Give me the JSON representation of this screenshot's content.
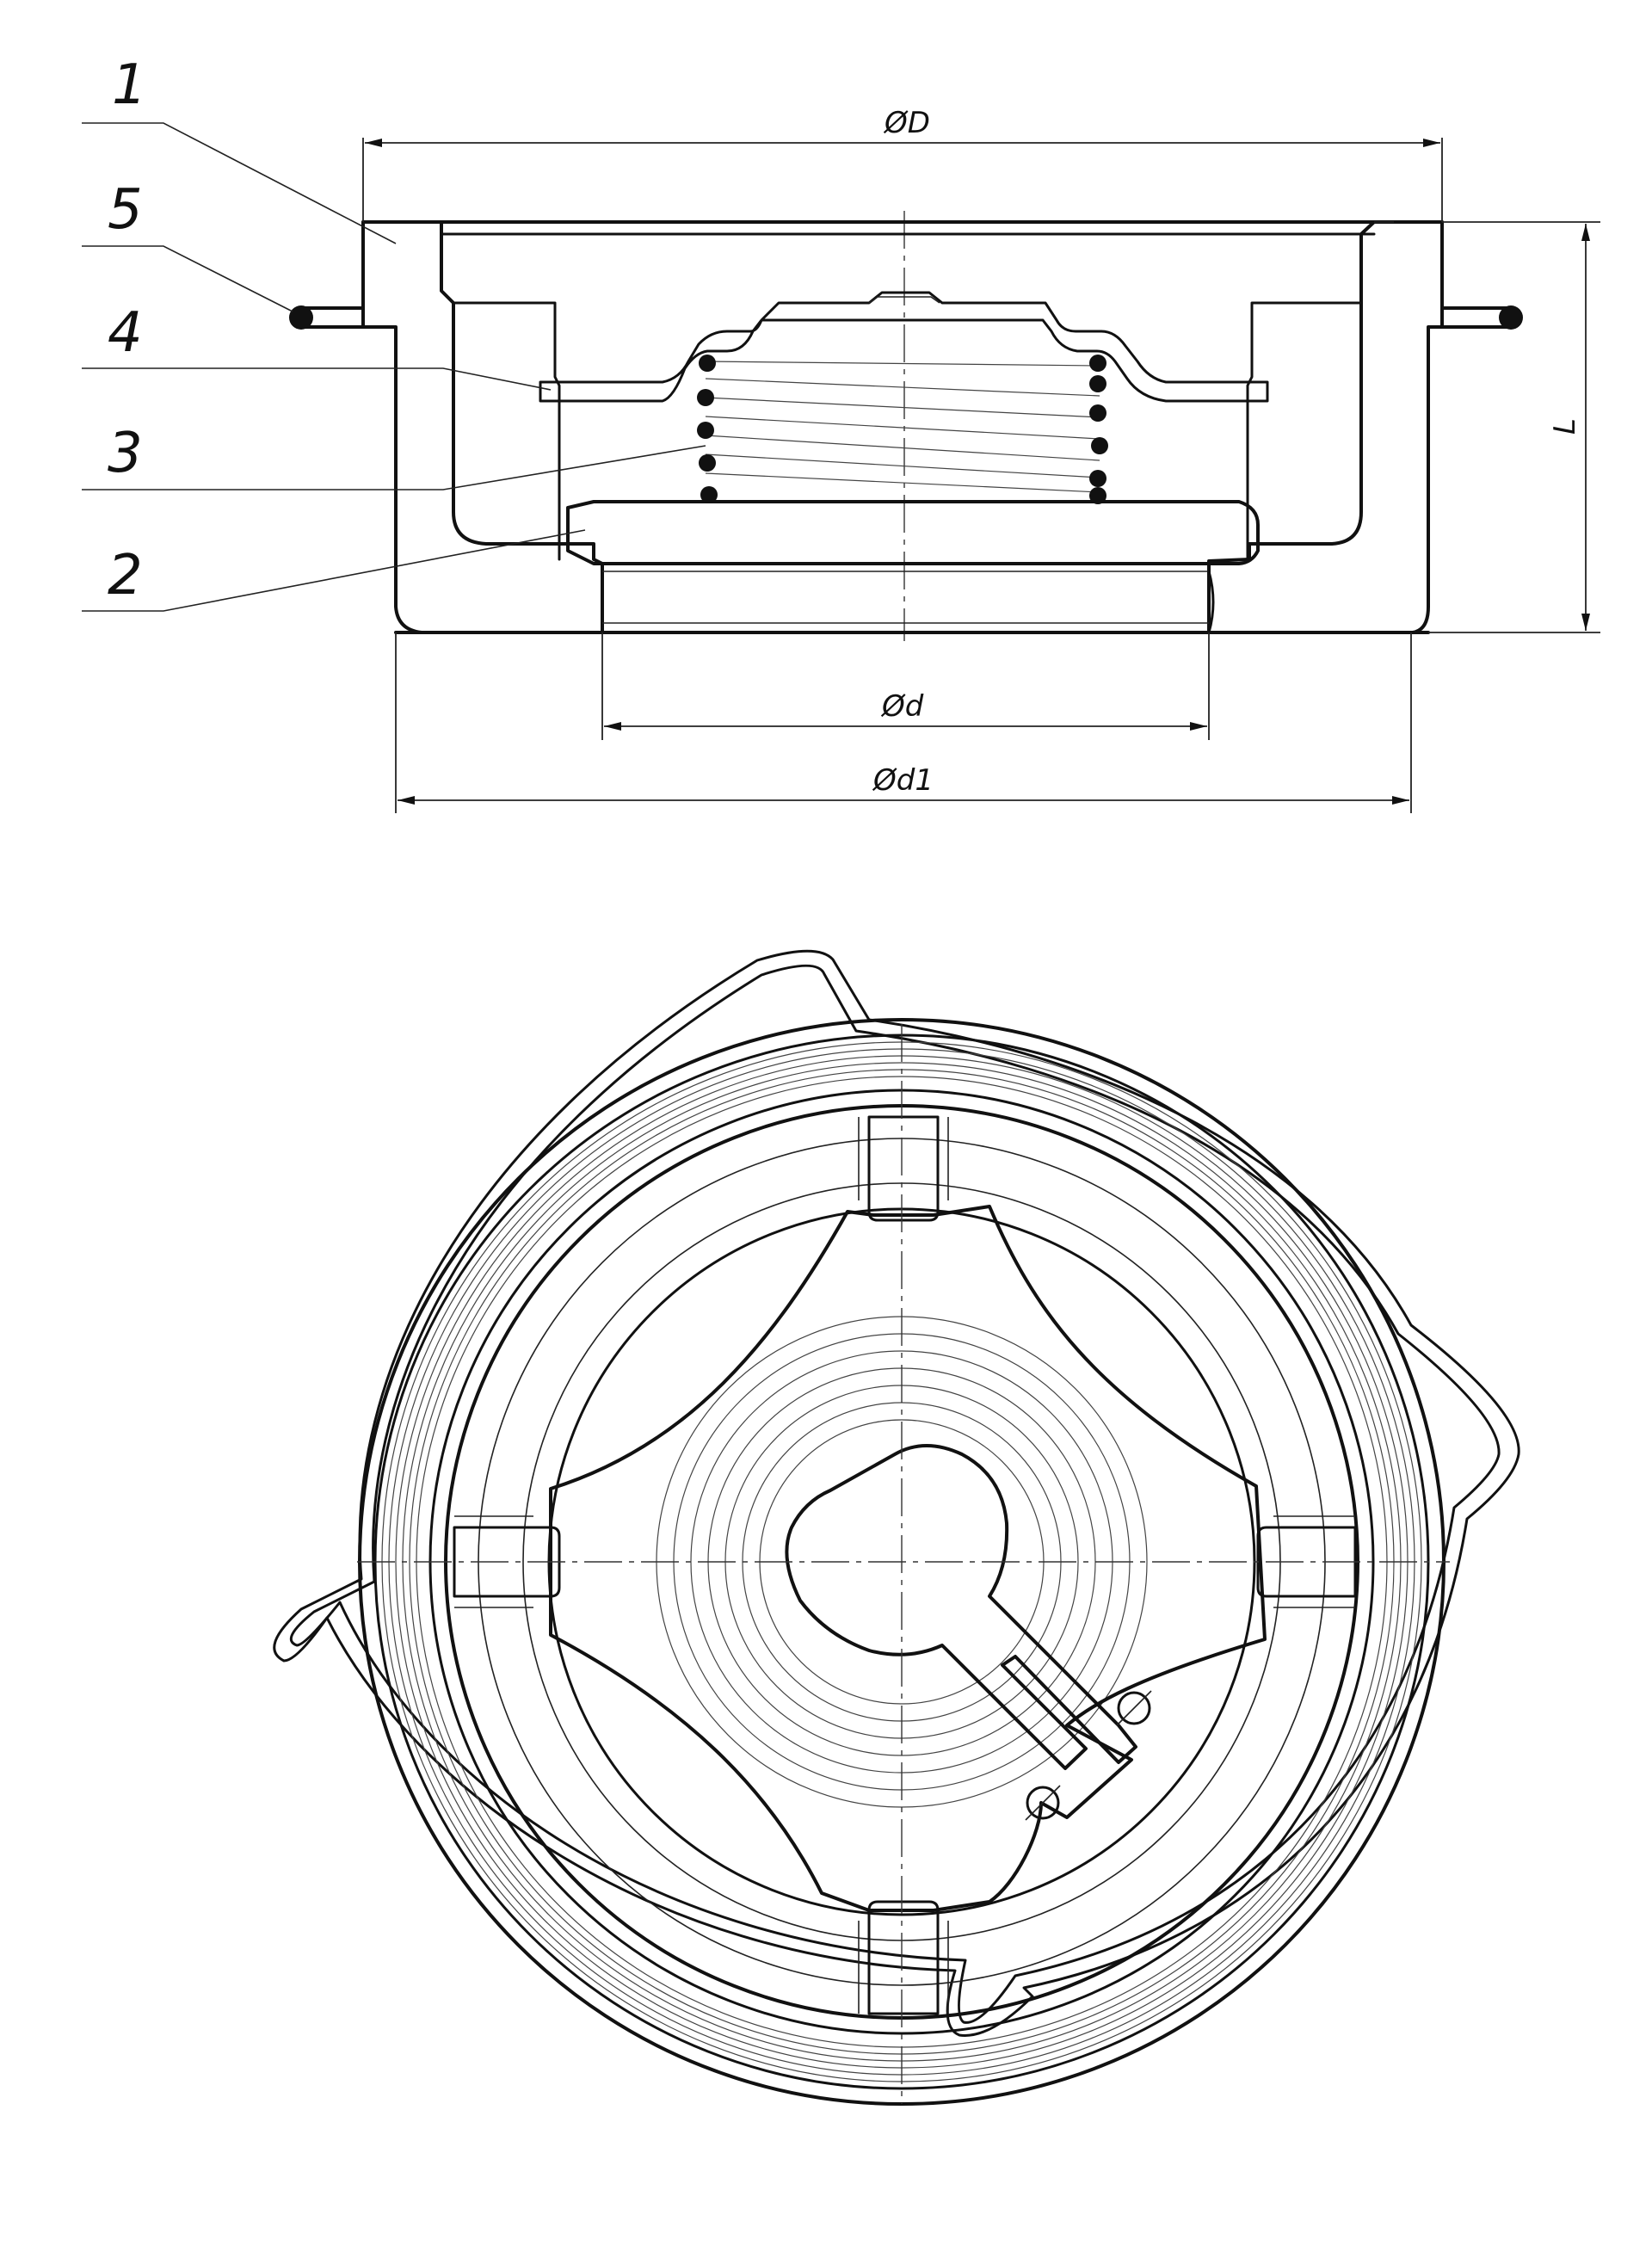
{
  "callouts": [
    "1",
    "5",
    "4",
    "3",
    "2"
  ],
  "dimensions": {
    "outer_diameter": "ØD",
    "length": "L",
    "bore_diameter": "Ød",
    "seat_diameter": "Ød1"
  },
  "colors": {
    "line": "#111111",
    "background": "#ffffff"
  }
}
